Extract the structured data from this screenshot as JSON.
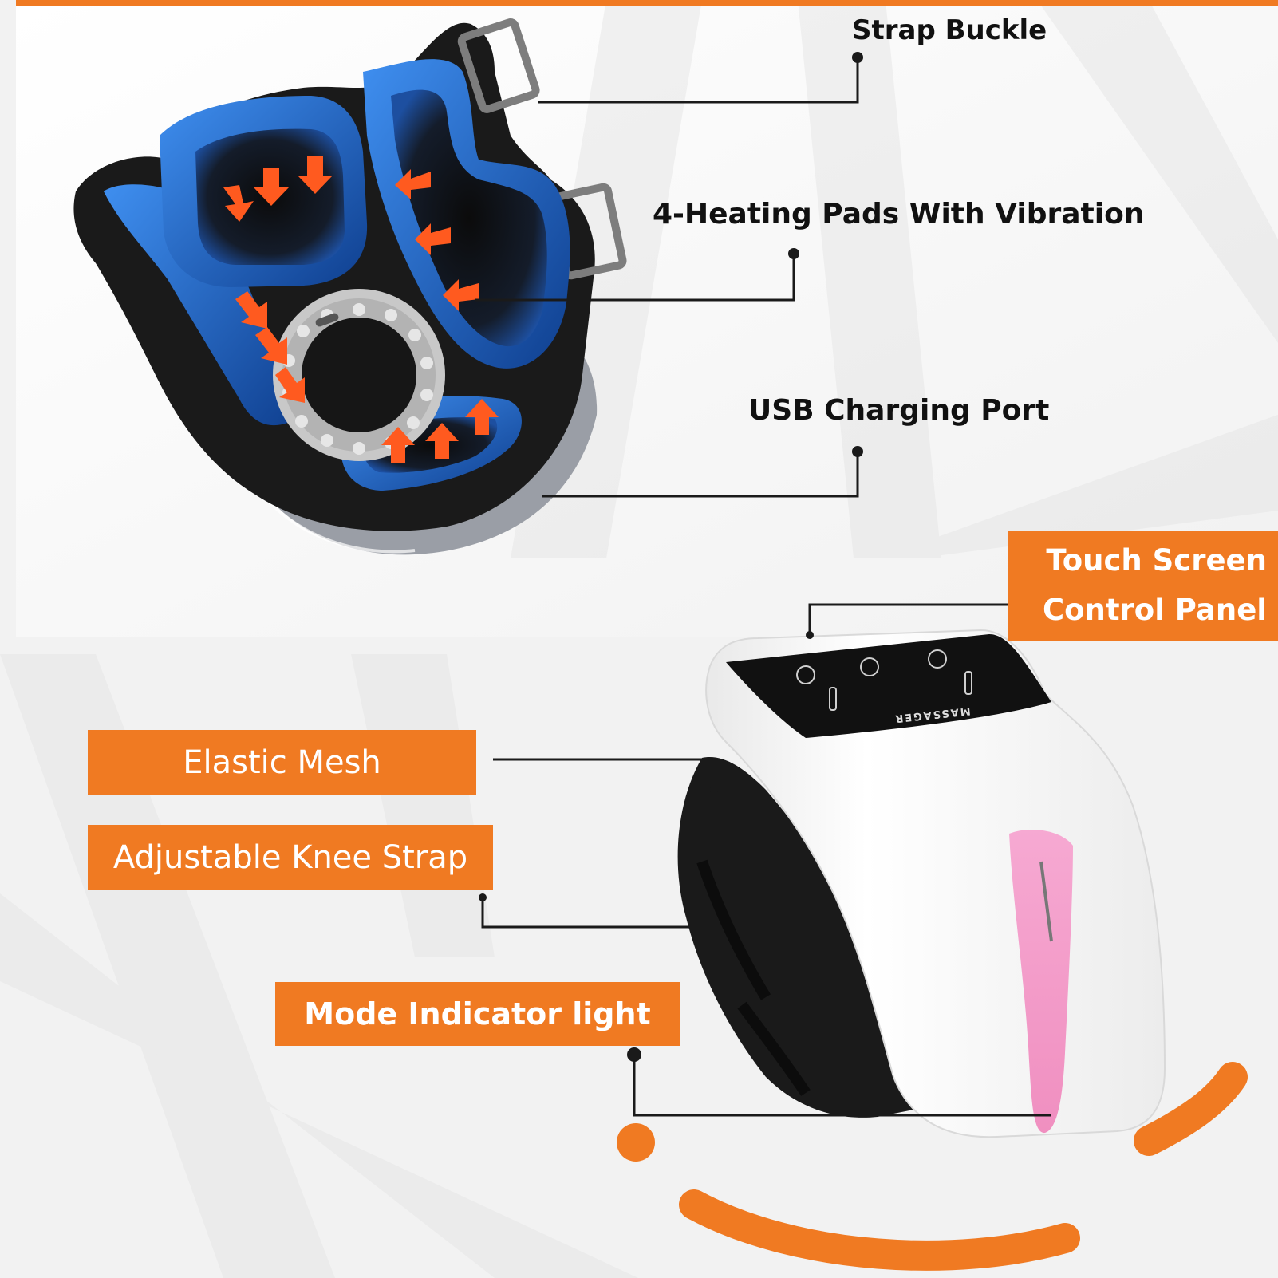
{
  "colors": {
    "accent": "#f07a22",
    "pad_blue": "#1d63c4",
    "strap_black": "#1b1b1b",
    "indicator_pink": "#f39ac8",
    "device_white": "#ffffff"
  },
  "callouts": {
    "strap_buckle": "Strap Buckle",
    "heating_pads": "4-Heating Pads With Vibration",
    "usb_port": "USB Charging Port",
    "touch_screen_line1": "Touch Screen",
    "touch_screen_line2": "Control Panel",
    "elastic_mesh": "Elastic Mesh",
    "knee_strap": "Adjustable Knee Strap",
    "mode_light": "Mode Indicator light"
  },
  "device": {
    "brand_text": "MASSAGER"
  },
  "icons": {
    "heat_arrows": "orange-arrow-icon",
    "panel_buttons": [
      "duration-button-icon",
      "power-button-icon",
      "vibration-button-icon"
    ]
  }
}
